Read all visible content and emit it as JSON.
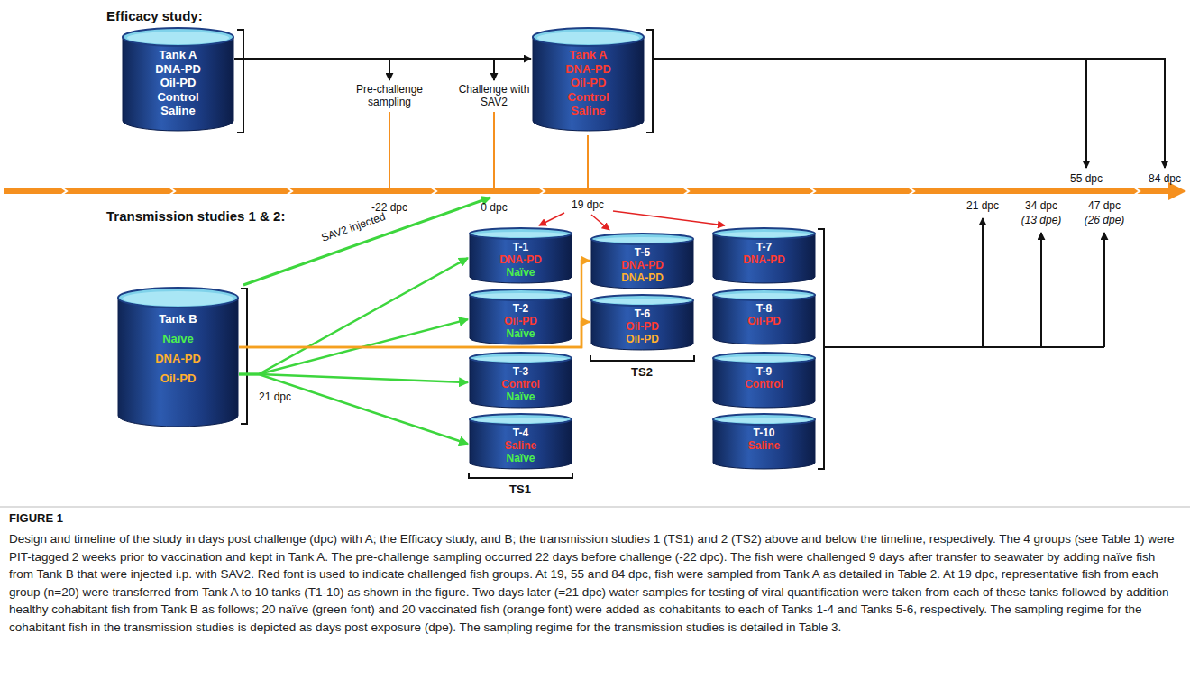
{
  "diagram": {
    "caption": "Design and timeline of the study in days post challenge (dpc) with A; the Efficacy study, and B; the transmission studies 1 (TS1) and 2 (TS2) above and below the timeline, respectively. The 4 groups (see Table 1) were PIT-tagged 2 weeks prior to vaccination and kept in Tank A. The pre-challenge sampling occurred 22 days before challenge (-22 dpc). The fish were challenged 9 days after transfer to seawater by adding naïve fish from Tank B that were injected i.p. with SAV2. Red font is used to indicate challenged fish groups. At 19, 55 and 84 dpc, fish were sampled from Tank A as detailed in Table 2. At 19 dpc, representative fish from each group (n=20) were transferred from Tank A to 10 tanks (T1-10) as shown in the figure. Two days later (=21 dpc) water samples for testing of viral quantification were taken from each of these tanks followed by addition healthy cohabitant fish from Tank B as follows; 20 naïve (green font) and 20 vaccinated fish (orange font) were added as cohabitants to each of Tanks 1-4 and Tanks 5-6, respectively. The sampling regime for the cohabitant fish in the transmission studies is depicted as days post exposure (dpe). The sampling regime for the transmission studies is detailed in Table 3.",
    "nodes": [
      {
        "text": [
          "Tank A",
          "DNA-PD",
          "Oil-PD",
          "Control",
          "Saline"
        ]
      },
      {
        "text": [
          "Tank A",
          "DNA-PD",
          "Oil-PD",
          "Control",
          "Saline"
        ]
      },
      {
        "text": [
          "Tank B",
          "Naïve",
          "DNA-PD",
          "Oil-PD"
        ]
      },
      {
        "text": [
          "T-1",
          "DNA-PD",
          "Naïve"
        ]
      },
      {
        "text": [
          "T-2",
          "Oil-PD",
          "Naïve"
        ]
      },
      {
        "text": [
          "T-3",
          "Control",
          "Naïve"
        ]
      },
      {
        "text": [
          "T-4",
          "Saline",
          "Naïve"
        ]
      },
      {
        "text": [
          "T-5",
          "DNA-PD",
          "DNA-PD"
        ]
      },
      {
        "text": [
          "T-6",
          "Oil-PD",
          "Oil-PD"
        ]
      },
      {
        "text": [
          "T-7",
          "DNA-PD"
        ]
      },
      {
        "text": [
          "T-8",
          "Oil-PD"
        ]
      },
      {
        "text": [
          "T-9",
          "Control"
        ]
      },
      {
        "text": [
          "T-10",
          "Saline"
        ]
      }
    ],
    "edges": [
      {
        "from": 0,
        "to": 1,
        "arrow": "to"
      },
      {
        "from": 2,
        "to": 3,
        "arrow": "to"
      },
      {
        "from": 2,
        "to": 4,
        "arrow": "to"
      },
      {
        "from": 2,
        "to": 5,
        "arrow": "to"
      },
      {
        "from": 2,
        "to": 6,
        "arrow": "to"
      },
      {
        "from": 2,
        "to": 7,
        "arrow": "to"
      },
      {
        "from": 2,
        "to": 8,
        "arrow": "to"
      }
    ],
    "labels": [
      "Efficacy study:",
      "Pre-challenge sampling",
      "Challenge with SAV2",
      "55 dpc",
      "84 dpc",
      "-22 dpc",
      "0 dpc",
      "19 dpc",
      "21 dpc",
      "34 dpc",
      "(13 dpe)",
      "47 dpc",
      "(26 dpe)",
      "Transmission studies 1 & 2:",
      "SAV2 injected",
      "21 dpc",
      "TS1",
      "TS2",
      "FIGURE 1"
    ]
  }
}
